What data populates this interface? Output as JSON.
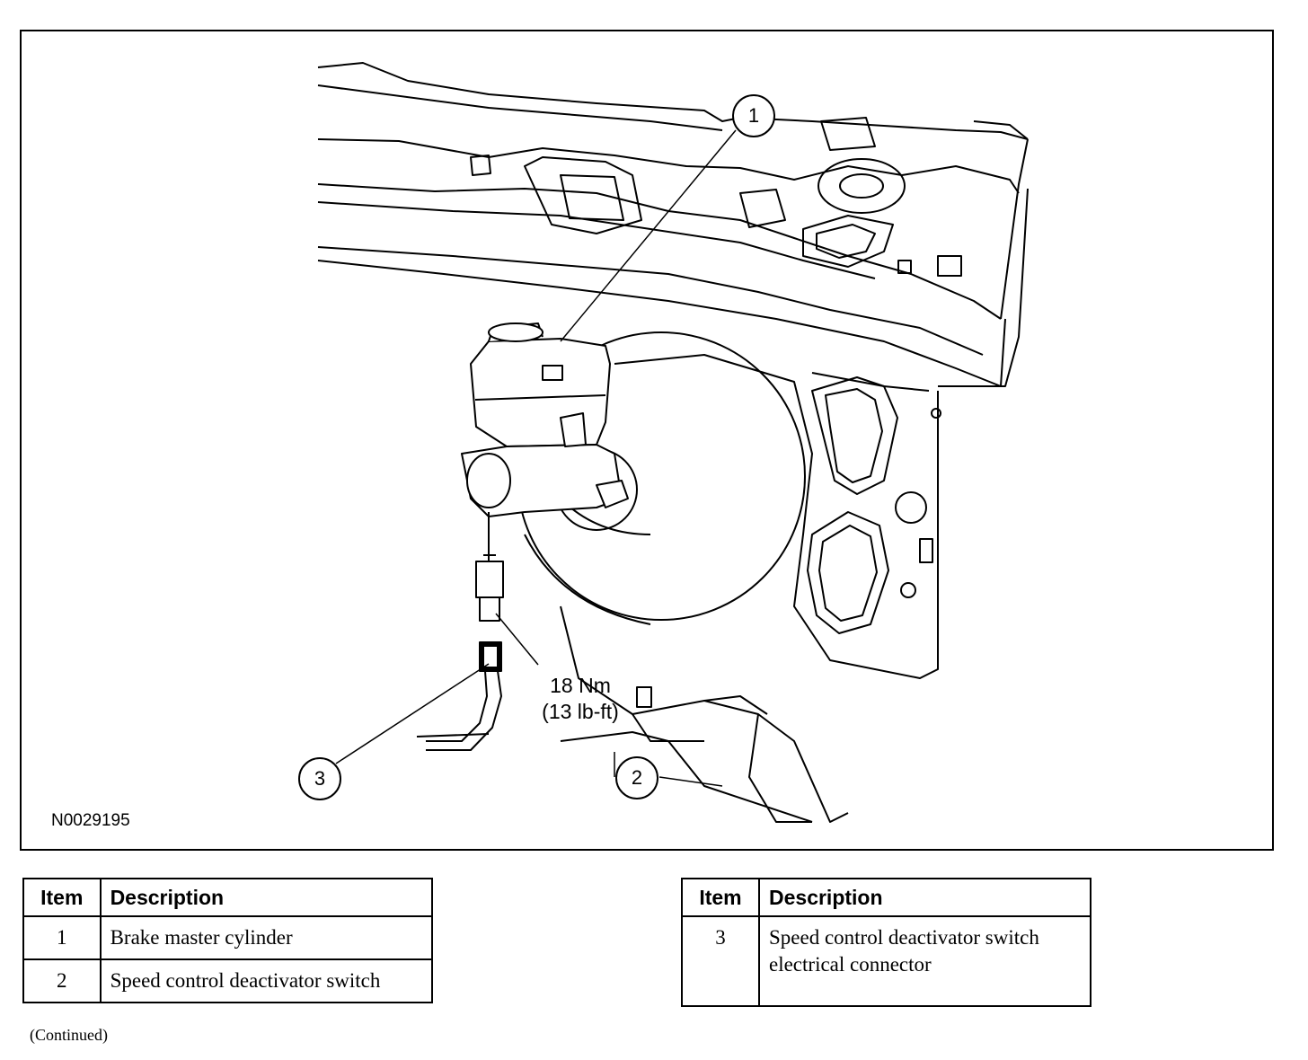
{
  "figure": {
    "code": "N0029195",
    "torque": {
      "nm": "18 Nm",
      "lbft": "(13 lb-ft)"
    },
    "callouts": [
      "1",
      "2",
      "3"
    ]
  },
  "legend": {
    "header": {
      "item": "Item",
      "description": "Description"
    },
    "left_rows": [
      {
        "item": "1",
        "description": "Brake master cylinder"
      },
      {
        "item": "2",
        "description": "Speed control deactivator switch"
      }
    ],
    "right_rows": [
      {
        "item": "3",
        "description": "Speed control deactivator switch electrical connector"
      }
    ]
  },
  "footer": {
    "continued": "(Continued)"
  }
}
